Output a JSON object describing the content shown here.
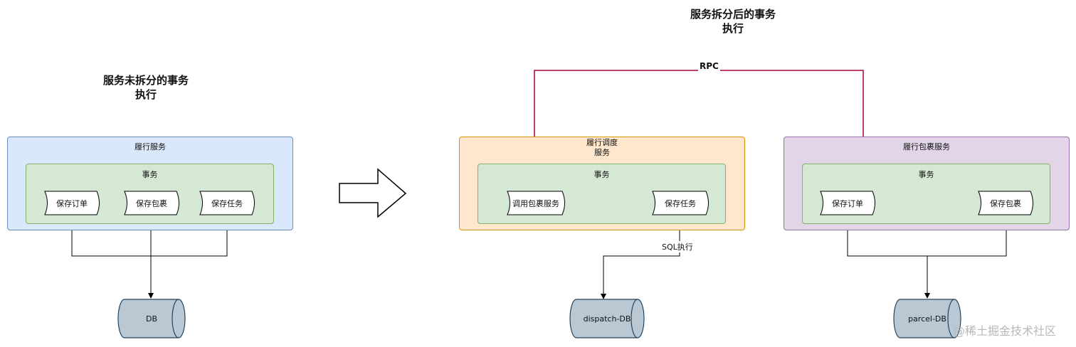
{
  "left": {
    "title": "服务未拆分的事务\n执行",
    "service": "履行服务",
    "tx": "事务",
    "steps": [
      "保存订单",
      "保存包裹",
      "保存任务"
    ],
    "db": "DB"
  },
  "right": {
    "title": "服务拆分后的事务\n执行",
    "dispatch": {
      "service": "履行调度\n服务",
      "tx": "事务",
      "steps": [
        "调用包裹服务",
        "保存任务"
      ],
      "db": "dispatch-DB",
      "sql_label": "SQL执行"
    },
    "parcel": {
      "service": "履行包裹服务",
      "tx": "事务",
      "steps": [
        "保存订单",
        "保存包裹"
      ],
      "db": "parcel-DB"
    },
    "rpc_label": "RPC"
  },
  "watermark": "@稀土掘金技术社区",
  "colors": {
    "blue_fill": "#dae8fc",
    "blue_stroke": "#6c8ebf",
    "green_fill": "#d5e8d4",
    "green_stroke": "#82b366",
    "orange_fill": "#ffe6cc",
    "orange_stroke": "#d79b00",
    "purple_fill": "#e1d5e7",
    "purple_stroke": "#9673a6",
    "db_fill": "#bac8d3",
    "db_stroke": "#23445d",
    "rpc": "#a50040"
  }
}
